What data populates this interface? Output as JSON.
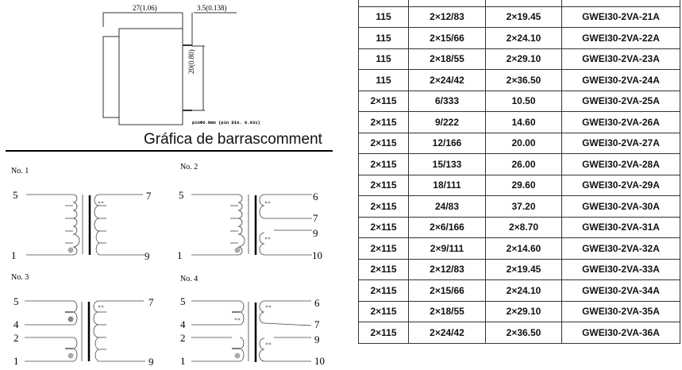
{
  "dimension_drawing": {
    "width_label": "27(1.06)",
    "pin_offset_label": "3.5(0.138)",
    "pin_spacing_label": "20(0.80)",
    "pin_note": "pinΦ0.8mm (pin DIA. 0.031)"
  },
  "caption": "Gráfica de barrascomment",
  "schematics": [
    {
      "label": "No. 1",
      "primary_pins": [
        "5",
        "1"
      ],
      "secondary_pins": [
        "7",
        "9"
      ]
    },
    {
      "label": "No. 2",
      "primary_pins": [
        "5",
        "1"
      ],
      "secondary_pins": [
        "6",
        "7",
        "9",
        "10"
      ]
    },
    {
      "label": "No. 3",
      "primary_pins": [
        "5",
        "4",
        "2",
        "1"
      ],
      "secondary_pins": [
        "7",
        "9"
      ]
    },
    {
      "label": "No. 4",
      "primary_pins": [
        "5",
        "4",
        "2",
        "1"
      ],
      "secondary_pins": [
        "6",
        "7",
        "9",
        "10"
      ]
    }
  ],
  "table": {
    "rows": [
      [
        "",
        "",
        "",
        ""
      ],
      [
        "115",
        "2×12/83",
        "2×19.45",
        "GWEI30-2VA-21A"
      ],
      [
        "115",
        "2×15/66",
        "2×24.10",
        "GWEI30-2VA-22A"
      ],
      [
        "115",
        "2×18/55",
        "2×29.10",
        "GWEI30-2VA-23A"
      ],
      [
        "115",
        "2×24/42",
        "2×36.50",
        "GWEI30-2VA-24A"
      ],
      [
        "2×115",
        "6/333",
        "10.50",
        "GWEI30-2VA-25A"
      ],
      [
        "2×115",
        "9/222",
        "14.60",
        "GWEI30-2VA-26A"
      ],
      [
        "2×115",
        "12/166",
        "20.00",
        "GWEI30-2VA-27A"
      ],
      [
        "2×115",
        "15/133",
        "26.00",
        "GWEI30-2VA-28A"
      ],
      [
        "2×115",
        "18/111",
        "29.60",
        "GWEI30-2VA-29A"
      ],
      [
        "2×115",
        "24/83",
        "37.20",
        "GWEI30-2VA-30A"
      ],
      [
        "2×115",
        "2×6/166",
        "2×8.70",
        "GWEI30-2VA-31A"
      ],
      [
        "2×115",
        "2×9/111",
        "2×14.60",
        "GWEI30-2VA-32A"
      ],
      [
        "2×115",
        "2×12/83",
        "2×19.45",
        "GWEI30-2VA-33A"
      ],
      [
        "2×115",
        "2×15/66",
        "2×24.10",
        "GWEI30-2VA-34A"
      ],
      [
        "2×115",
        "2×18/55",
        "2×29.10",
        "GWEI30-2VA-35A"
      ],
      [
        "2×115",
        "2×24/42",
        "2×36.50",
        "GWEI30-2VA-36A"
      ]
    ]
  }
}
